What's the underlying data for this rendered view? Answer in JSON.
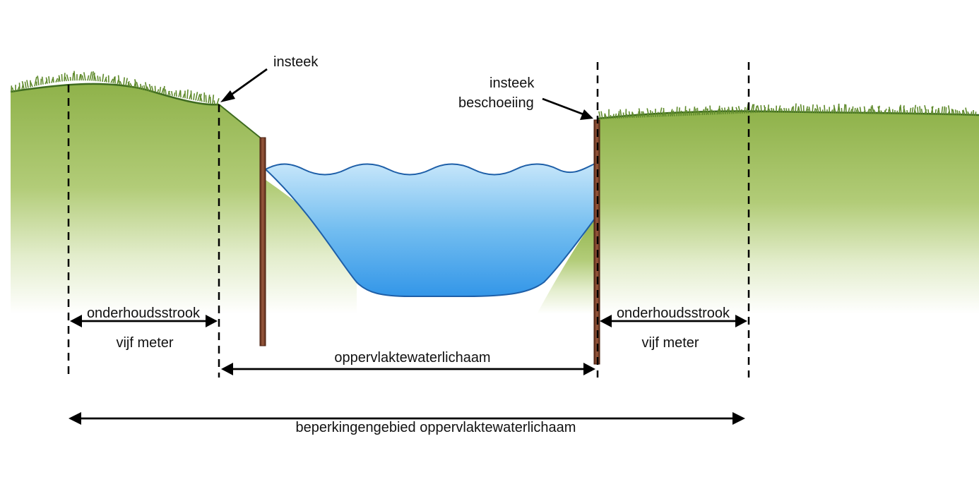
{
  "labels": {
    "insteek_left": "insteek",
    "insteek_right_line1": "insteek",
    "insteek_right_line2": "beschoeiing",
    "strip_left": "onderhoudsstrook",
    "strip_left_width": "vijf meter",
    "strip_right": "onderhoudsstrook",
    "strip_right_width": "vijf meter",
    "water_body": "oppervlaktewaterlichaam",
    "restriction_area": "beperkingengebied oppervlaktewaterlichaam"
  },
  "colors": {
    "grass_top": "#8fb24a",
    "grass_bottom": "#ffffff",
    "grass_blades": "#5f8a2c",
    "water_top": "#c6e6fa",
    "water_bottom": "#3396e8",
    "water_outline": "#1e5fa8",
    "sheet_piling": "#8b4a32",
    "sheet_piling_edge": "#4a2012",
    "ink": "#000000"
  }
}
